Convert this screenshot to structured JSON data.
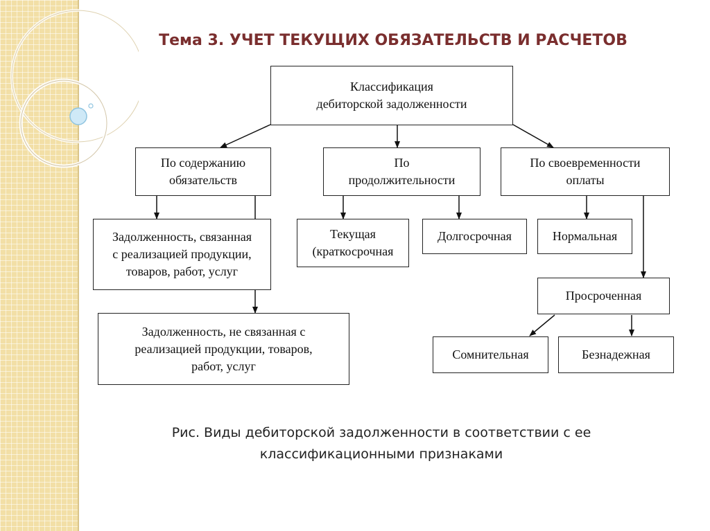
{
  "title": "Тема 3. УЧЕТ ТЕКУЩИХ ОБЯЗАТЕЛЬСТВ И РАСЧЕТОВ",
  "nodes": {
    "root": "Классификация\nдебиторской задолженности",
    "content": "По содержанию\nобязательств",
    "duration": "По\nпродолжительности",
    "timeliness": "По своевременности\nоплаты",
    "related": "Задолженность, связанная\nс реализацией продукции,\nтоваров, работ, услуг",
    "unrelated": "Задолженность, не связанная с\nреализацией продукции, товаров,\nработ, услуг",
    "current": "Текущая\n(краткосрочная",
    "longterm": "Долгосрочная",
    "normal": "Нормальная",
    "overdue": "Просроченная",
    "doubtful": "Сомнительная",
    "hopeless": "Безнадежная"
  },
  "caption": "Рис. Виды дебиторской задолженности в соответствии с ее\nклассификационными признаками",
  "colors": {
    "title": "#7a2e2e",
    "stripe": "#f2dfa6"
  }
}
